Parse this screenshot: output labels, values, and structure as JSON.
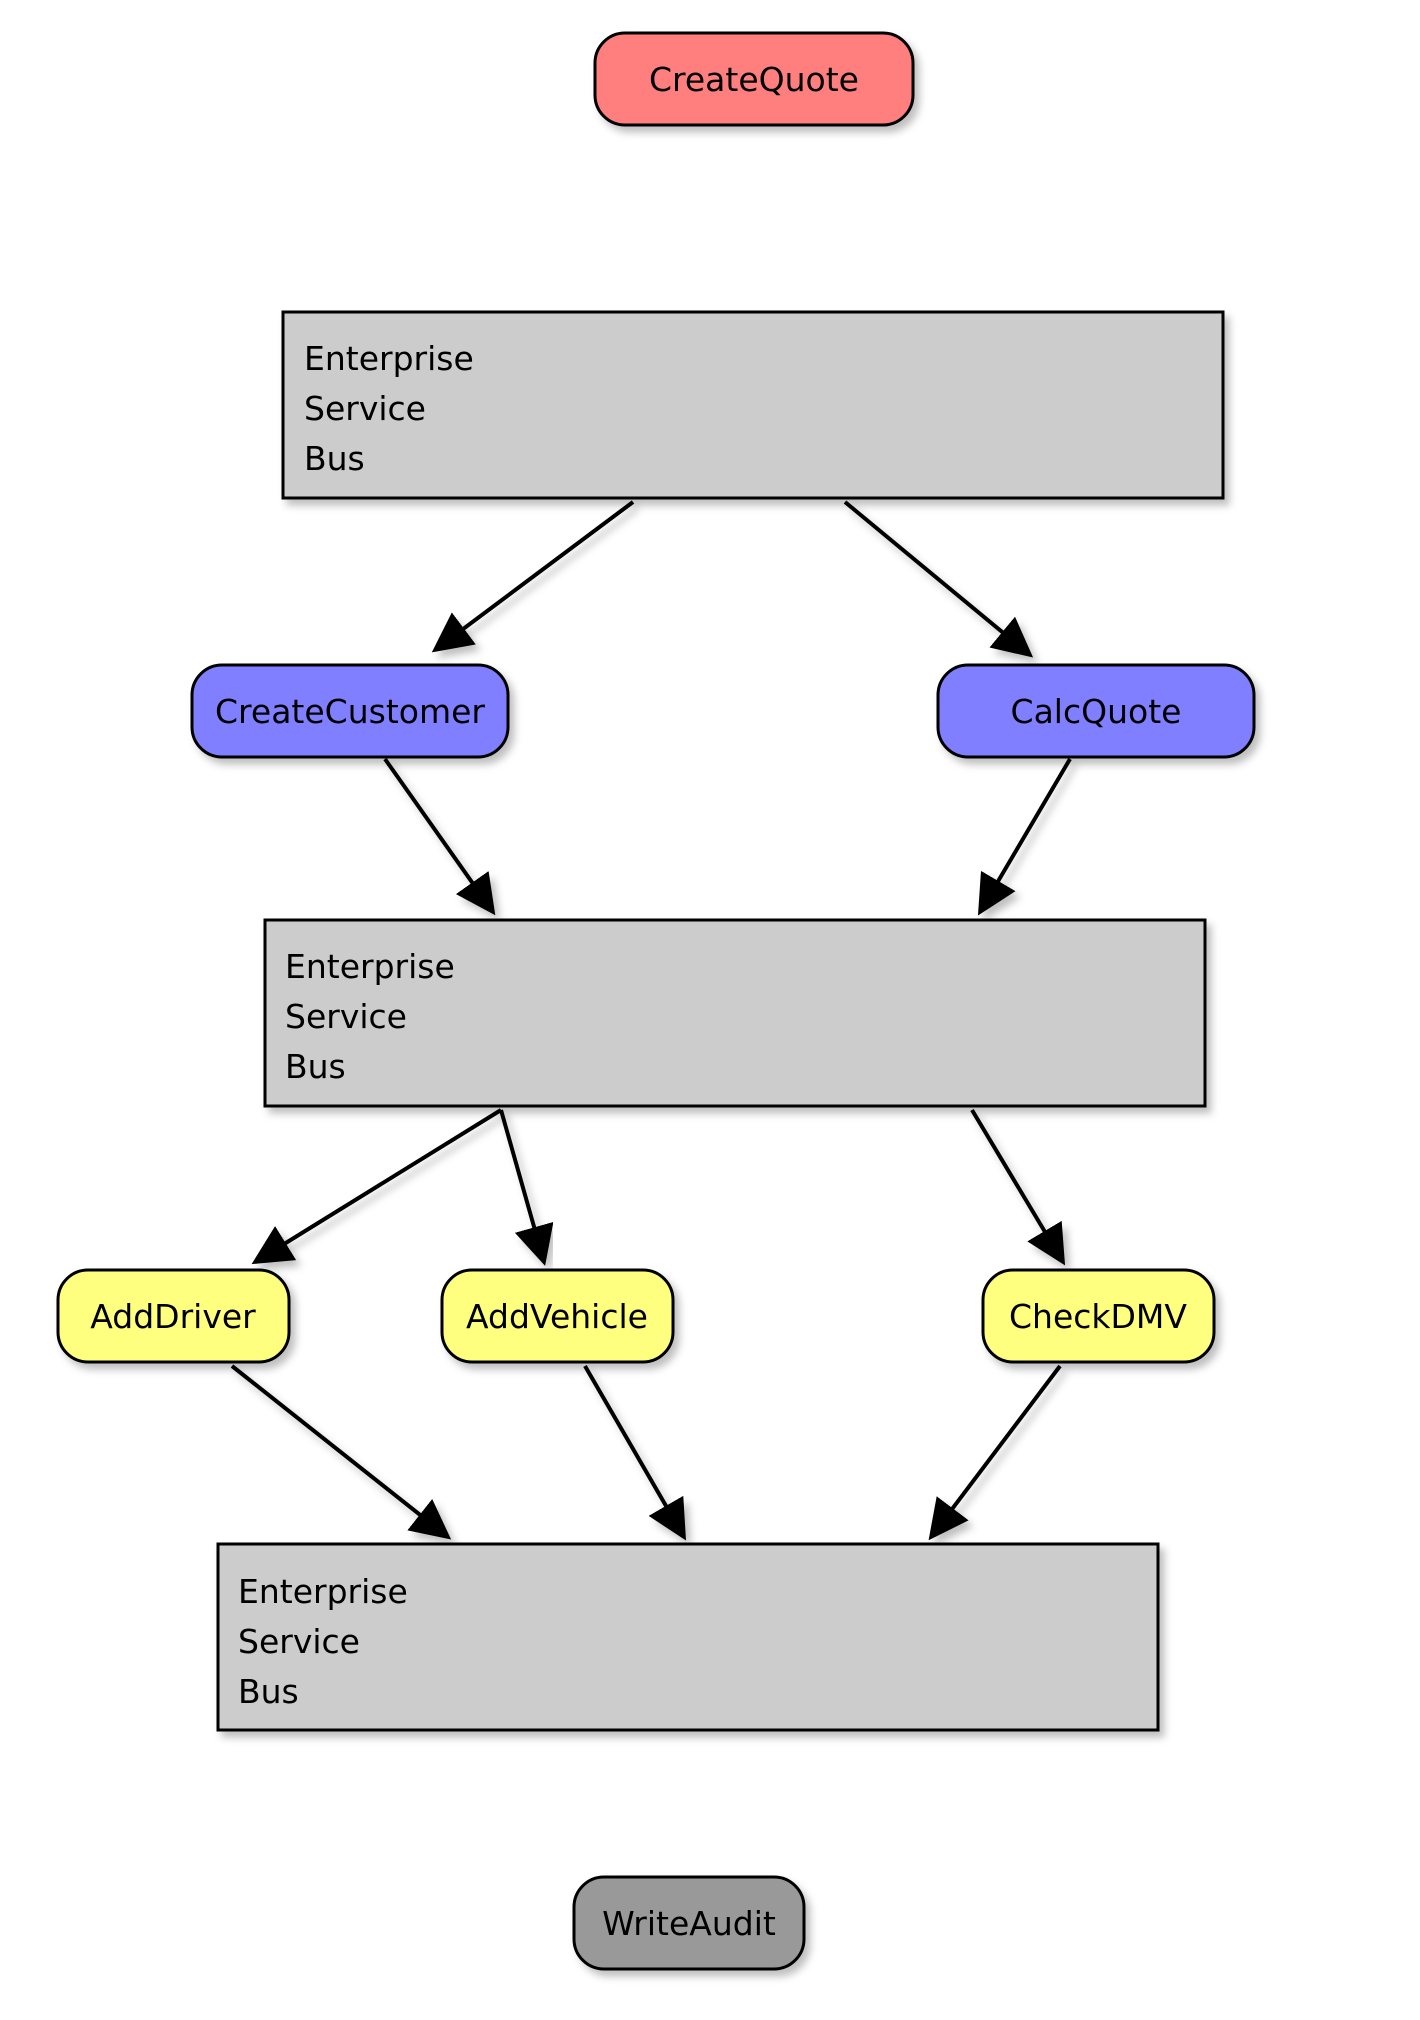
{
  "diagram": {
    "nodes": {
      "create_quote": {
        "label": "CreateQuote",
        "color": "#ff7f7f"
      },
      "create_customer": {
        "label": "CreateCustomer",
        "color": "#7f7fff"
      },
      "calc_quote": {
        "label": "CalcQuote",
        "color": "#7f7fff"
      },
      "add_driver": {
        "label": "AddDriver",
        "color": "#ffff7f"
      },
      "add_vehicle": {
        "label": "AddVehicle",
        "color": "#ffff7f"
      },
      "check_dmv": {
        "label": "CheckDMV",
        "color": "#ffff7f"
      },
      "write_audit": {
        "label": "WriteAudit",
        "color": "#999999"
      }
    },
    "buses": [
      {
        "lines": [
          "Enterprise",
          "Service",
          "Bus"
        ],
        "color": "#cccccc"
      },
      {
        "lines": [
          "Enterprise",
          "Service",
          "Bus"
        ],
        "color": "#cccccc"
      },
      {
        "lines": [
          "Enterprise",
          "Service",
          "Bus"
        ],
        "color": "#cccccc"
      }
    ]
  }
}
